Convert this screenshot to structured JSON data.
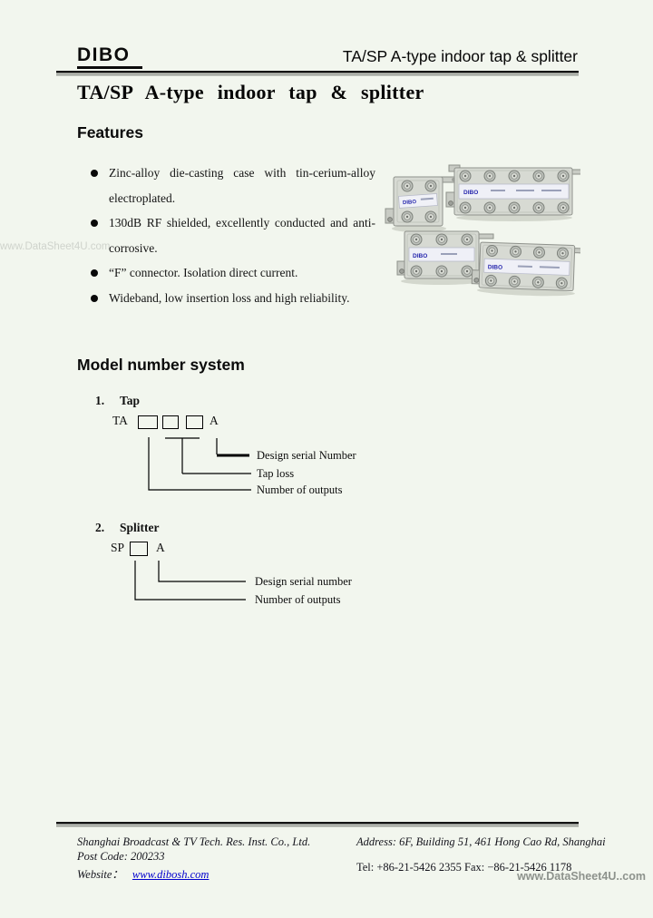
{
  "header": {
    "logo": "DIBO",
    "title": "TA/SP A-type indoor tap & splitter"
  },
  "main_title": "TA/SP A-type indoor tap & splitter",
  "features": {
    "heading": "Features",
    "items": [
      "Zinc-alloy die-casting case with tin-cerium-alloy electroplated.",
      "130dB RF shielded, excellently conducted and anti-corrosive.",
      "“F” connector. Isolation direct current.",
      "Wideband, low insertion loss and high reliability."
    ]
  },
  "model_number": {
    "heading": "Model number system",
    "tap": {
      "index": "1.",
      "title": "Tap",
      "prefix": "TA",
      "suffix": "A",
      "label_design": "Design serial Number",
      "label_taploss": "Tap loss",
      "label_outputs": "Number of outputs"
    },
    "splitter": {
      "index": "2.",
      "title": "Splitter",
      "prefix": "SP",
      "suffix": "A",
      "label_design": "Design serial number",
      "label_outputs": "Number of outputs"
    }
  },
  "products": {
    "label_text": "DIBO"
  },
  "footer": {
    "company": "Shanghai Broadcast & TV Tech. Res. Inst. Co., Ltd.",
    "post_code": "Post Code: 200233",
    "website_label": "Website：",
    "website_url": "www.dibosh.com",
    "address": "Address: 6F, Building 51, 461 Hong Cao Rd, Shanghai",
    "tel_fax": "Tel: +86-21-5426 2355 Fax: −86-21-5426 1178"
  },
  "watermarks": {
    "left": "www.DataSheet4U.com",
    "bottom_right": "www.DataSheet4U..com"
  },
  "colors": {
    "page_bg": "#f2f6ee",
    "link_blue": "#0000cd",
    "device_label_blue": "#2626ad"
  }
}
